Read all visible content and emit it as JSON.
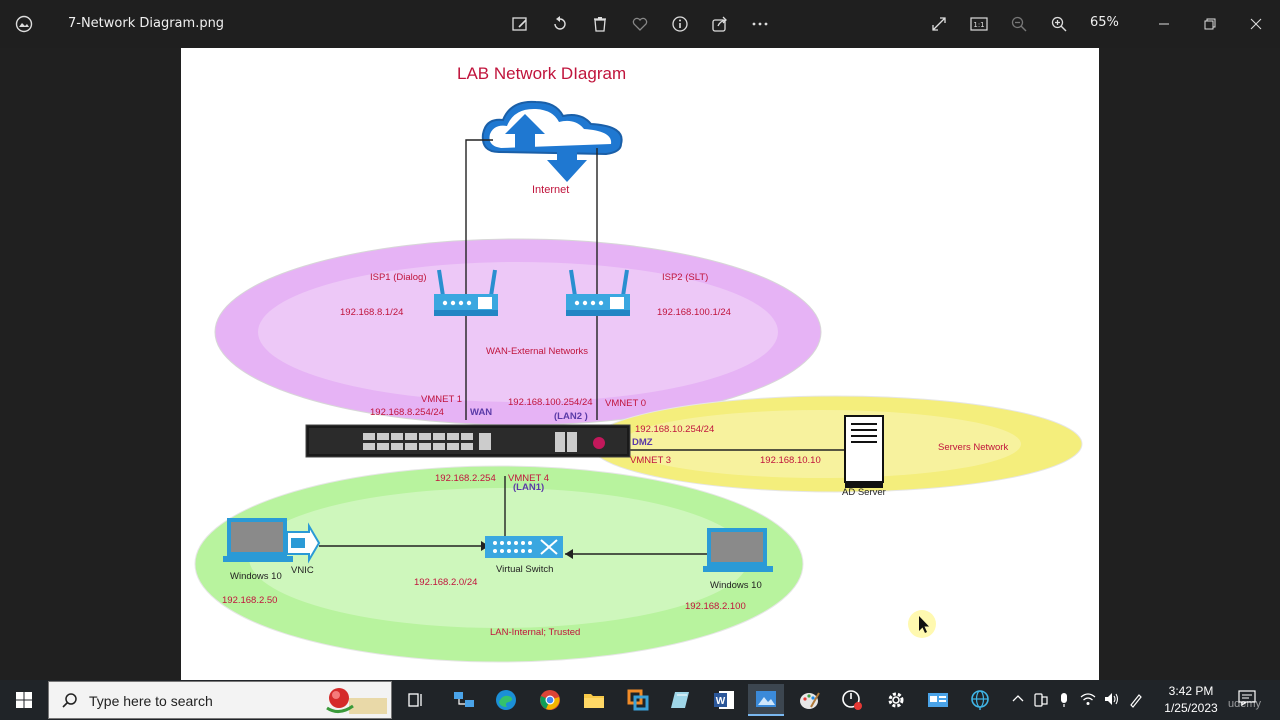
{
  "window": {
    "filename": "7-Network Diagram.png",
    "zoom": "65%",
    "colors": {
      "bg": "#1f1f1f",
      "taskbar": "#202428"
    }
  },
  "diagram": {
    "title": "LAB Network DIagram",
    "internet": "Internet",
    "isp1": "ISP1 (Dialog)",
    "isp2": "ISP2 (SLT)",
    "isp1_ip": "192.168.8.1/24",
    "isp2_ip": "192.168.100.1/24",
    "wan_zone": "WAN-External Networks",
    "vmnet1": "VMNET 1",
    "wan": "WAN",
    "wan_ip1": "192.168.8.254/24",
    "wan_ip2": "192.168.100.254/24",
    "lan2": "(LAN2 )",
    "vmnet0": "VMNET 0",
    "dmz_ip": "192.168.10.254/24",
    "dmz": "DMZ",
    "vmnet3": "VMNET 3",
    "server_ip": "192.168.10.10",
    "ad_server": "AD Server",
    "servers_network": "Servers Network",
    "lan_gw": "192.168.2.254",
    "vmnet4": "VMNET 4",
    "lan1": "(LAN1)",
    "vnic": "VNIC",
    "win10_left": "Windows 10",
    "win10_right": "Windows 10",
    "vswitch": "Virtual Switch",
    "lan_subnet": "192.168.2.0/24",
    "win_left_ip": "192.168.2.50",
    "win_right_ip": "192.168.2.100",
    "lan_zone": "LAN-Internal;  Trusted",
    "colors": {
      "label": "#c0143c",
      "wan_ellipse": "#d98cf0",
      "dmz_ellipse": "#f5ee6a",
      "lan_ellipse": "#a8f08a",
      "device": "#3aa0d8"
    }
  },
  "taskbar": {
    "search_placeholder": "Type here to search",
    "time": "3:42 PM",
    "date": "1/25/2023",
    "watermark": "udemy"
  }
}
